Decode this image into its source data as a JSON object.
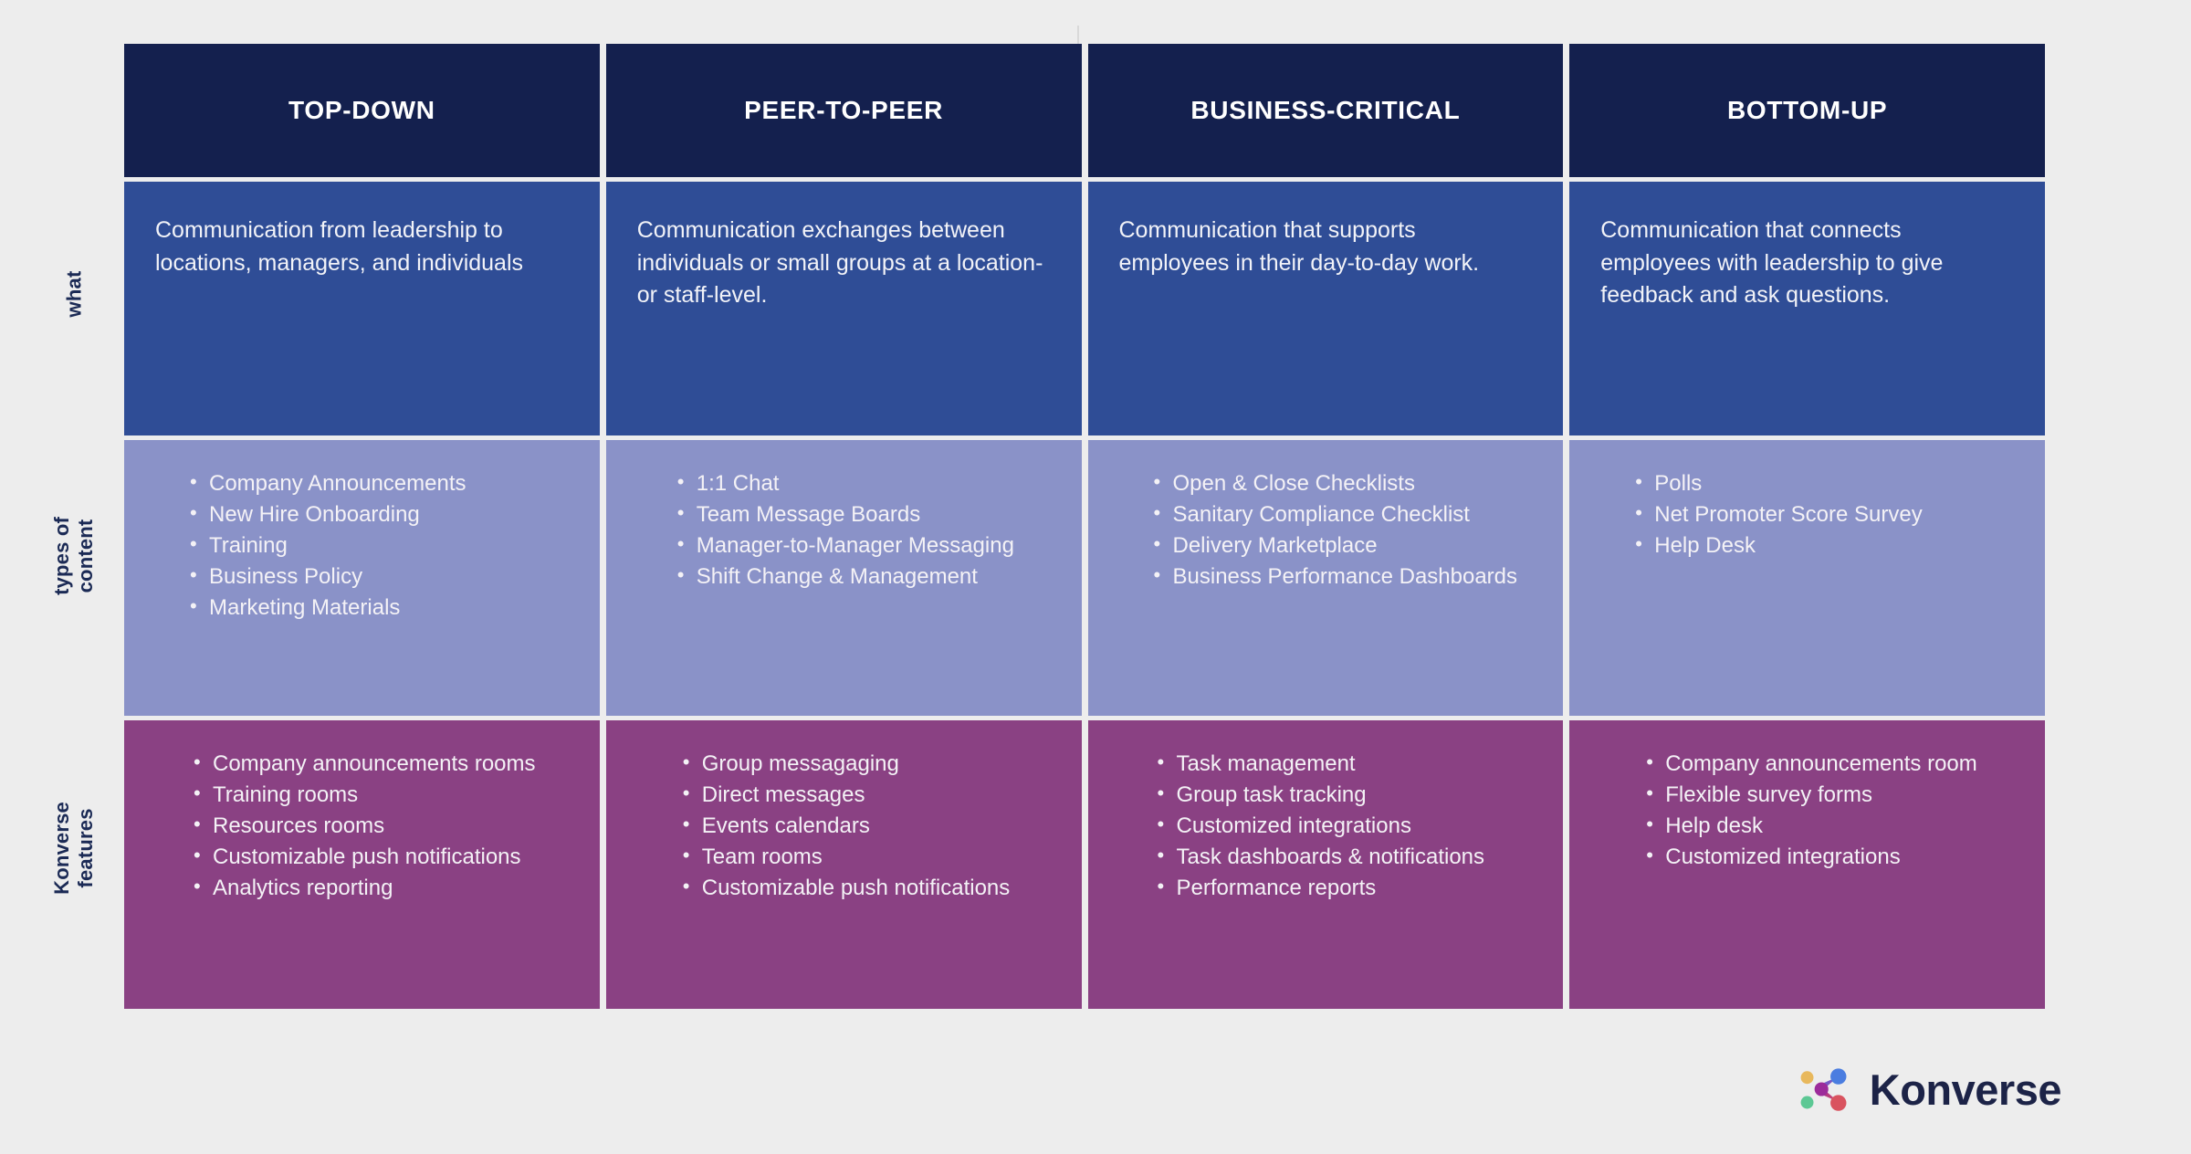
{
  "row_labels": {
    "what": "what",
    "types_of_content_line1": "types of",
    "types_of_content_line2": "content",
    "konverse_features_line1": "Konverse",
    "konverse_features_line2": "features"
  },
  "colors": {
    "page_background": "#ededed",
    "header_navy": "#14204e",
    "what_blue": "#2f4d96",
    "types_light_purple": "#8a92c8",
    "features_magenta": "#8a4183",
    "text_white": "#ffffff",
    "label_navy": "#1b2a55",
    "logo_gold": "#e8b85c",
    "logo_blue": "#4a7de0",
    "logo_green": "#5cc894",
    "logo_red": "#d9535f",
    "logo_purple": "#9c2b9a"
  },
  "columns": [
    {
      "title": "TOP-DOWN",
      "what": "Communication from leadership to locations, managers, and individuals",
      "types_of_content": [
        "Company Announcements",
        "New Hire Onboarding",
        "Training",
        "Business Policy",
        "Marketing Materials"
      ],
      "konverse_features": [
        "Company announcements rooms",
        "Training rooms",
        "Resources rooms",
        "Customizable push notifications",
        "Analytics reporting"
      ]
    },
    {
      "title": "PEER-TO-PEER",
      "what": "Communication exchanges between individuals or small groups at a location- or staff-level.",
      "types_of_content": [
        "1:1 Chat",
        "Team Message Boards",
        "Manager-to-Manager Messaging",
        "Shift Change & Management"
      ],
      "konverse_features": [
        "Group messagaging",
        "Direct messages",
        "Events calendars",
        "Team rooms",
        "Customizable push notifications"
      ]
    },
    {
      "title": "BUSINESS-CRITICAL",
      "what": "Communication that supports employees in their day-to-day work.",
      "types_of_content": [
        "Open  & Close Checklists",
        "Sanitary Compliance Checklist",
        "Delivery Marketplace",
        "Business Performance Dashboards"
      ],
      "konverse_features": [
        "Task management",
        "Group task tracking",
        "Customized integrations",
        "Task dashboards & notifications",
        "Performance reports"
      ]
    },
    {
      "title": "BOTTOM-UP",
      "what": "Communication that connects employees with leadership to give feedback and ask questions.",
      "types_of_content": [
        "Polls",
        "Net Promoter Score Survey",
        "Help Desk"
      ],
      "konverse_features": [
        "Company announcements room",
        "Flexible survey forms",
        "Help desk",
        "Customized integrations"
      ]
    }
  ],
  "brand": {
    "name": "Konverse",
    "mark": "konverse-network-icon"
  }
}
